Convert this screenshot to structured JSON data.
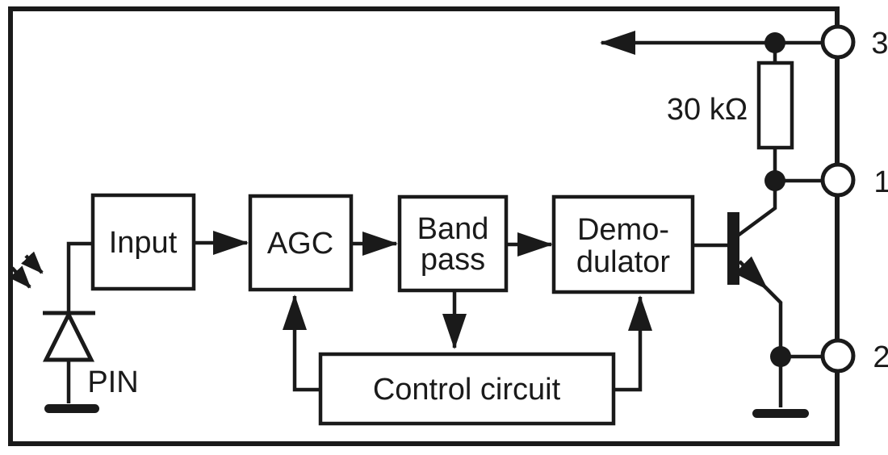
{
  "colors": {
    "ink": "#1a1a1a",
    "paper": "#ffffff"
  },
  "blocks": {
    "input": {
      "label": "Input"
    },
    "agc": {
      "label": "AGC"
    },
    "bandpass": {
      "line1": "Band",
      "line2": "pass"
    },
    "demodulator": {
      "line1": "Demo-",
      "line2": "dulator"
    },
    "control": {
      "label": "Control circuit"
    }
  },
  "components": {
    "photodiode_label": "PIN",
    "resistor_label": "30 kΩ"
  },
  "pins": {
    "pin3": "3",
    "pin1": "1",
    "pin2": "2"
  }
}
